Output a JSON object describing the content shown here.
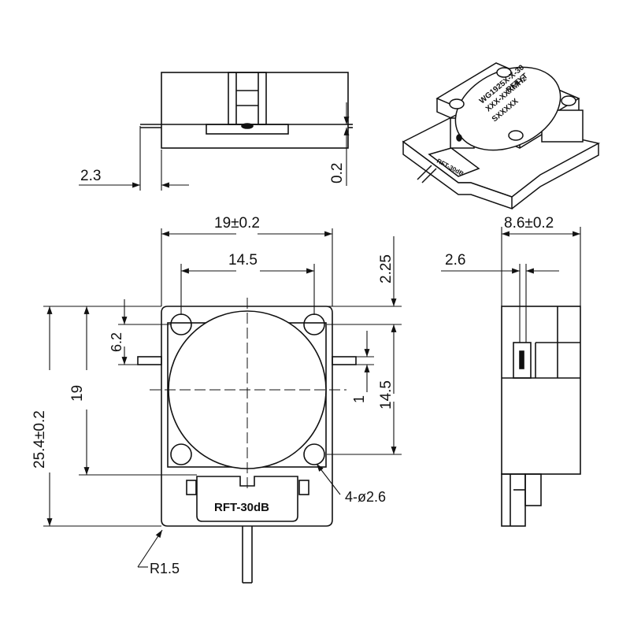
{
  "dimensions": {
    "top_width_offset": "2.3",
    "top_height_offset": "0.2",
    "total_width": "19±0.2",
    "hole_spacing_x": "14.5",
    "hole_offset_top": "2.25",
    "hole_spacing_y": "14.5",
    "pin_offset": "6.2",
    "pin_width": "1",
    "hole_spacing_height": "19",
    "total_height": "25.4±0.2",
    "side_thickness": "8.6±0.2",
    "side_pin_offset": "2.6",
    "hole_spec": "4-ø2.6",
    "corner_radius": "R1.5"
  },
  "labels": {
    "resistor_label": "RFT-30dB",
    "brand": "RFTYT",
    "model": "WG1925X-X-30",
    "frequency": "XXX-XXXMHz",
    "serial": "SXXXXX",
    "iso_resistor": "RFT-30dB"
  },
  "colors": {
    "line": "#111111",
    "background": "#ffffff"
  }
}
